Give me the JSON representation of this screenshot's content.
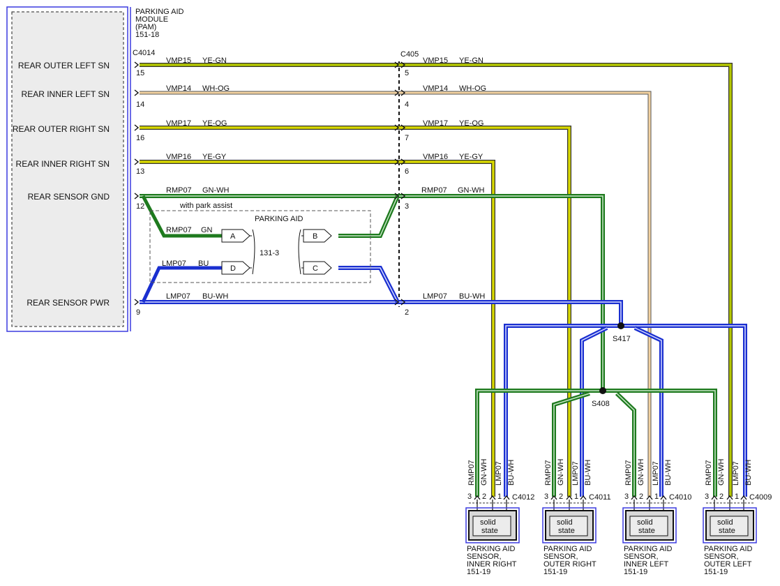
{
  "module": {
    "title_lines": [
      "PARKING AID",
      "MODULE",
      "(PAM)",
      "151-18"
    ],
    "connector": "C4014",
    "pins": [
      {
        "label": "REAR OUTER LEFT SN",
        "pin": "15"
      },
      {
        "label": "REAR INNER LEFT SN",
        "pin": "14"
      },
      {
        "label": "REAR OUTER RIGHT SN",
        "pin": "16"
      },
      {
        "label": "REAR INNER RIGHT SN",
        "pin": "13"
      },
      {
        "label": "REAR SENSOR GND",
        "pin": "12"
      },
      {
        "label": "REAR SENSOR PWR",
        "pin": "9"
      }
    ]
  },
  "inline_connector": {
    "name": "C405",
    "pins": [
      "5",
      "4",
      "7",
      "6",
      "3",
      "2"
    ]
  },
  "circuits": [
    {
      "circuit": "VMP15",
      "color_code": "YE-GN"
    },
    {
      "circuit": "VMP14",
      "color_code": "WH-OG"
    },
    {
      "circuit": "VMP17",
      "color_code": "YE-OG"
    },
    {
      "circuit": "VMP16",
      "color_code": "YE-GY"
    },
    {
      "circuit": "RMP07",
      "color_code": "GN-WH"
    },
    {
      "circuit": "LMP07",
      "color_code": "BU-WH"
    }
  ],
  "park_assist": {
    "note": "with park assist",
    "title": "PARKING AID",
    "part": "131-3",
    "left_terminals": [
      {
        "letter": "A",
        "circuit": "RMP07",
        "color_code": "GN"
      },
      {
        "letter": "D",
        "circuit": "LMP07",
        "color_code": "BU"
      }
    ],
    "right_terminals": [
      "B",
      "C"
    ]
  },
  "splices": [
    "S417",
    "S408"
  ],
  "sensors": [
    {
      "connector": "C4012",
      "name_lines": [
        "PARKING AID",
        "SENSOR,",
        "INNER RIGHT",
        "151-19"
      ]
    },
    {
      "connector": "C4011",
      "name_lines": [
        "PARKING AID",
        "SENSOR,",
        "OUTER RIGHT",
        "151-19"
      ]
    },
    {
      "connector": "C4010",
      "name_lines": [
        "PARKING AID",
        "SENSOR,",
        "INNER LEFT",
        "151-19"
      ]
    },
    {
      "connector": "C4009",
      "name_lines": [
        "PARKING AID",
        "SENSOR,",
        "OUTER LEFT",
        "151-19"
      ]
    }
  ],
  "sensor_pins": {
    "numbers": [
      "3",
      "2",
      "1"
    ],
    "wires": [
      "RMP07",
      "GN-WH",
      "LMP07",
      "BU-WH"
    ],
    "device": [
      "solid",
      "state"
    ]
  },
  "colors": {
    "yellow": "#d8d800",
    "yellow_green": "#b5c800",
    "white_orange": "#f0c78a",
    "green": "#1e7a1e",
    "blue": "#1a2fd0",
    "module_border": "#3a3adf"
  }
}
